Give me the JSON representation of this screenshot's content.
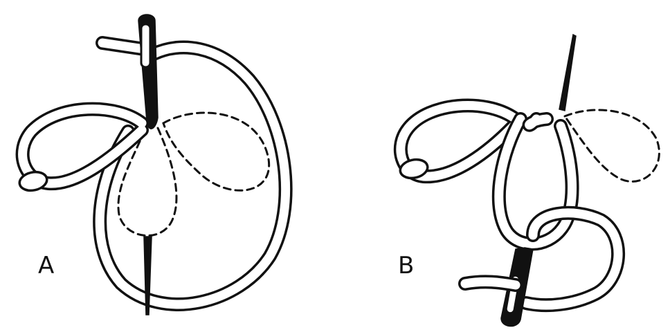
{
  "figure": {
    "panels": [
      {
        "id": "A",
        "label": "A"
      },
      {
        "id": "B",
        "label": "B"
      }
    ]
  },
  "colors": {
    "ink": "#111111",
    "paper": "#ffffff"
  }
}
